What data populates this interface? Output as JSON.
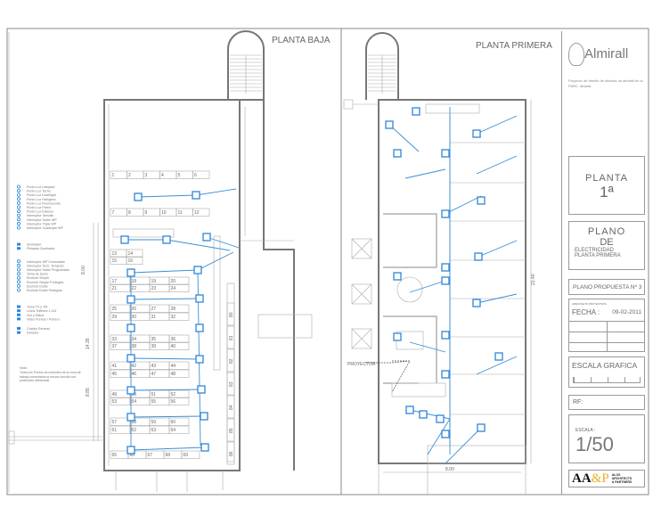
{
  "plans": {
    "ground_title": "PLANTA BAJA",
    "first_title": "PLANTA PRIMERA",
    "projector_label": "PROYECTOR",
    "dimensions": [
      "8.00",
      "14.35",
      "8.85",
      "21.40",
      "8.00"
    ],
    "desk_numbers": [
      "1",
      "2",
      "3",
      "4",
      "5",
      "6",
      "7",
      "8",
      "9",
      "10",
      "11",
      "12",
      "13",
      "14",
      "15",
      "16",
      "17",
      "18",
      "19",
      "20",
      "21",
      "22",
      "23",
      "24",
      "25",
      "26",
      "27",
      "28",
      "29",
      "30",
      "31",
      "32",
      "33",
      "34",
      "35",
      "36",
      "37",
      "38",
      "39",
      "40",
      "41",
      "42",
      "43",
      "44",
      "45",
      "46",
      "47",
      "48",
      "49",
      "50",
      "51",
      "52",
      "53",
      "54",
      "55",
      "56",
      "57",
      "58",
      "59",
      "60",
      "61",
      "62",
      "63",
      "64",
      "65",
      "66",
      "67",
      "68",
      "69"
    ],
    "side_desks": [
      "80",
      "81",
      "82",
      "83",
      "84",
      "85",
      "86"
    ]
  },
  "legend": {
    "group1": [
      "Punto Luz Lámpara",
      "Punto Luz Techo",
      "Punto Luz Downlight",
      "Punto Luz Halógeno",
      "Punto Luz Fluorescente",
      "Punto Luz Pared",
      "Punto Luz Estanco",
      "Interruptor Sencillo",
      "Interruptor Doble WP",
      "Interruptor Triple WP",
      "Interruptor Cuádruple WP"
    ],
    "group2": [
      "Zumbador",
      "Pulsador Zumbador"
    ],
    "group3": [
      "Interruptor WP Conmutado",
      "Interruptor Tech. Temporiz.",
      "Interruptor Doble Programado",
      "Toma de Suelo",
      "Enchufe Simple",
      "Enchufe Simple Protegido",
      "Enchufe Doble",
      "Enchufe Doble Protegido"
    ],
    "group4": [
      "Toma TV y TM",
      "Línea Teléfono 1.2x3",
      "Voz y Datos",
      "Video Portero / Portero"
    ],
    "group5": [
      "Cuadro General",
      "Detector"
    ],
    "note_title": "Nota:",
    "note": "Todos los Puntos de enchufes de la zona de trabajo conectados al mismo circuito con protección diferencial."
  },
  "title_block": {
    "brand": "Almirall",
    "project": "Proyecto de diseño de oficinas de almirall en la PARC. Madrid.",
    "planta_label": "PLANTA",
    "planta_value": "1ª",
    "plano_line1": "PLANO",
    "plano_line2": "DE",
    "plano_line3": "ELECTRICIDAD",
    "plano_line4": "PLANTA PRIMERA",
    "proposal": "PLANO PROPUESTA  Nº 3",
    "fecha_caption": "ARQUITECTO PROYECTISTA",
    "fecha_label": "FECHA :",
    "fecha_value": "09-02-2011",
    "escala_grafica": "ESCALA GRAFICA",
    "rf_label": "RF:",
    "escala_label": "ESCALA :",
    "escala_value": "1/50",
    "firm_logo": "AA&P",
    "firm_name": "ALOS ARCHITECTS & PARTNERS"
  },
  "colors": {
    "wiring": "#3a8fd6",
    "lines": "#8a8a8a",
    "firm_accent": "#e8b020"
  }
}
